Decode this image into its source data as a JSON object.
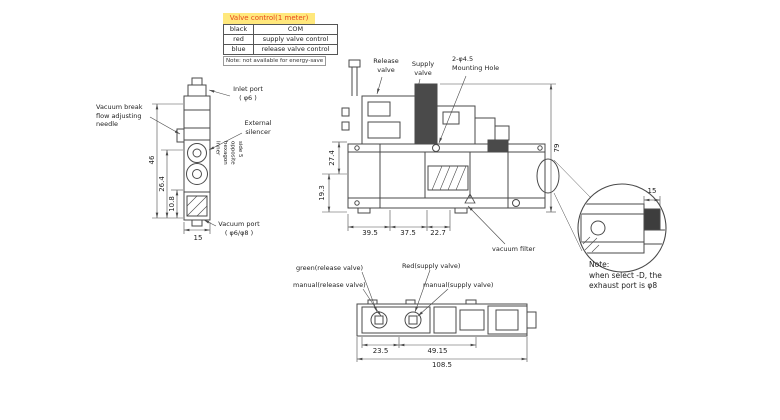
{
  "valve_control_table": {
    "title": "Valve control(1 meter)",
    "rows": [
      {
        "wire": "black",
        "function": "COM"
      },
      {
        "wire": "red",
        "function": "supply valve control"
      },
      {
        "wire": "blue",
        "function": "release valve control"
      }
    ],
    "note": "Note: not available for energy-save"
  },
  "side_view": {
    "vacuum_break_label": "Vacuum break\nflow adjusting\nneedle",
    "inlet_port_label": "Inlet port\n( φ6 )",
    "external_silencer_label": "External\nsilencer",
    "inner_hexagon_label": "Inner\nhexagon\nopposite\nside 5",
    "vacuum_port_label": "Vacuum port\n( φ6/φ8 )",
    "dim_46": "46",
    "dim_26_4": "26.4",
    "dim_10_8": "10.8",
    "dim_15": "15"
  },
  "main_view": {
    "release_valve_label": "Release\nvalve",
    "supply_valve_label": "Supply\nvalve",
    "mounting_hole_label": "2-φ4.5\nMounting Hole",
    "vacuum_filter_label": "vacuum filter",
    "dim_27_4": "27.4",
    "dim_19_3": "19.3",
    "dim_39_5": "39.5",
    "dim_37_5": "37.5",
    "dim_22_7": "22.7",
    "dim_79": "79"
  },
  "detail_view": {
    "dim_15": "15",
    "note": "Note:\nwhen select -D, the\nexhaust port is φ8"
  },
  "bottom_view": {
    "green_label": "green(release valve)",
    "red_label": "Red(supply valve)",
    "manual_release_label": "manual(release valve)",
    "manual_supply_label": "manual(supply valve)",
    "dim_23_5": "23.5",
    "dim_49_15": "49.15",
    "dim_108_5": "108.5"
  },
  "colors": {
    "line": "#4a4a4a",
    "table_title_bg": "#ffe87c",
    "table_title_text": "#e8481c"
  }
}
